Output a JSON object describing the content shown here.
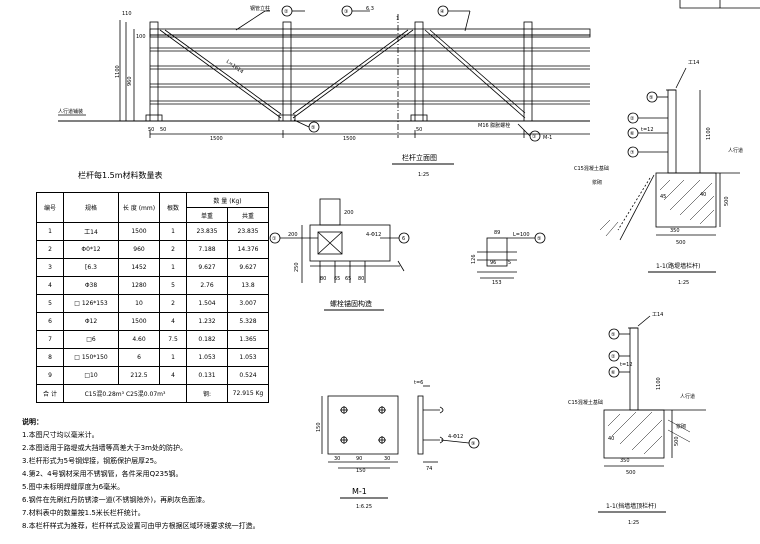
{
  "elevation": {
    "title": "栏杆立面图",
    "scale": "1:25",
    "dims_bottom": [
      "50",
      "50",
      "1500",
      "1500",
      "50"
    ],
    "dims_left": [
      "1100",
      "960"
    ],
    "dims_top": [
      "110",
      "100"
    ],
    "labels": {
      "post": "钢管立柱",
      "gap": "6.3",
      "ground": "人行道铺装",
      "weld": "M16 膨胀螺栓",
      "plate": "M-1",
      "section_mark": "1",
      "diag": "L=1614"
    },
    "callouts": [
      "②",
      "③",
      "④",
      "⑤",
      "①"
    ]
  },
  "bom": {
    "title": "栏杆每1.5m材料数量表",
    "headers": [
      "编号",
      "规格",
      "长 度\n(mm)",
      "根数",
      "数 量 (Kg)",
      "单重",
      "共重"
    ],
    "rows": [
      [
        "1",
        "工14",
        "1500",
        "1",
        "23.835",
        "23.835"
      ],
      [
        "2",
        "Φ0*12",
        "960",
        "2",
        "7.188",
        "14.376"
      ],
      [
        "3",
        "[6.3",
        "1452",
        "1",
        "9.627",
        "9.627"
      ],
      [
        "4",
        "Φ38",
        "1280",
        "5",
        "2.76",
        "13.8"
      ],
      [
        "5",
        "□ 126*153",
        "10",
        "2",
        "1.504",
        "3.007"
      ],
      [
        "6",
        "Φ12",
        "1500",
        "4",
        "1.232",
        "5.328"
      ],
      [
        "7",
        "□6",
        "4.60",
        "7.5",
        "0.182",
        "1.365"
      ],
      [
        "8",
        "□ 150*150",
        "6",
        "1",
        "1.053",
        "1.053"
      ],
      [
        "9",
        "□10",
        "212.5",
        "4",
        "0.131",
        "0.524"
      ]
    ],
    "footer": [
      "合 计",
      "C15混0.28m³  C25混0.07m³",
      "钢:",
      "72.915 Kg"
    ]
  },
  "detail_anchor": {
    "title": "螺栓锚固构造",
    "labels": [
      "①",
      "6",
      "4-Φ12",
      "200",
      "200",
      "250",
      "80",
      "65",
      "65",
      "80"
    ]
  },
  "detail_small": {
    "labels": [
      "89",
      "L=100",
      "⑤",
      "126",
      "96",
      "153",
      "5"
    ]
  },
  "plate": {
    "title": "M-1",
    "scale": "1:6.25",
    "labels": [
      "t=6",
      "150",
      "30",
      "90",
      "30",
      "150",
      "4-Φ12",
      "⑨",
      "74"
    ]
  },
  "section1": {
    "title": "1-1(路堤墙栏杆)",
    "scale": "1:25",
    "labels": [
      "工14",
      "⑤",
      "②",
      "t=12",
      "⑥",
      "⑦",
      "C15混凝土基础",
      "浆砌",
      "500",
      "350",
      "1100",
      "人行道",
      "45",
      "40"
    ]
  },
  "section2": {
    "title": "1-1(挡墙墙顶栏杆)",
    "scale": "1:25",
    "labels": [
      "工14",
      "⑤",
      "②",
      "t=12",
      "⑥",
      "C15混凝土基础",
      "人行道",
      "浆砌",
      "500",
      "350",
      "1100",
      "40"
    ]
  },
  "notes": {
    "title": "说明：",
    "items": [
      "1.本图尺寸均以毫米计。",
      "2.本图适用于路堤或大挡墙等高差大于3m处的防护。",
      "3.栏杆形式为5号钢焊接，钢筋保护层厚25。",
      "4.第2、4号钢材采用不锈钢管，各件采用Q235钢。",
      "5.图中未标明焊缝厚度为6毫米。",
      "6.钢件在先刷红丹防锈漆一道(不锈钢除外)，再刷灰色面漆。",
      "7.材料表中的数量按1.5米长栏杆统计。",
      "8.本栏杆样式为推荐，栏杆样式及设置可由甲方根据区域环境要求统一打造。"
    ]
  }
}
